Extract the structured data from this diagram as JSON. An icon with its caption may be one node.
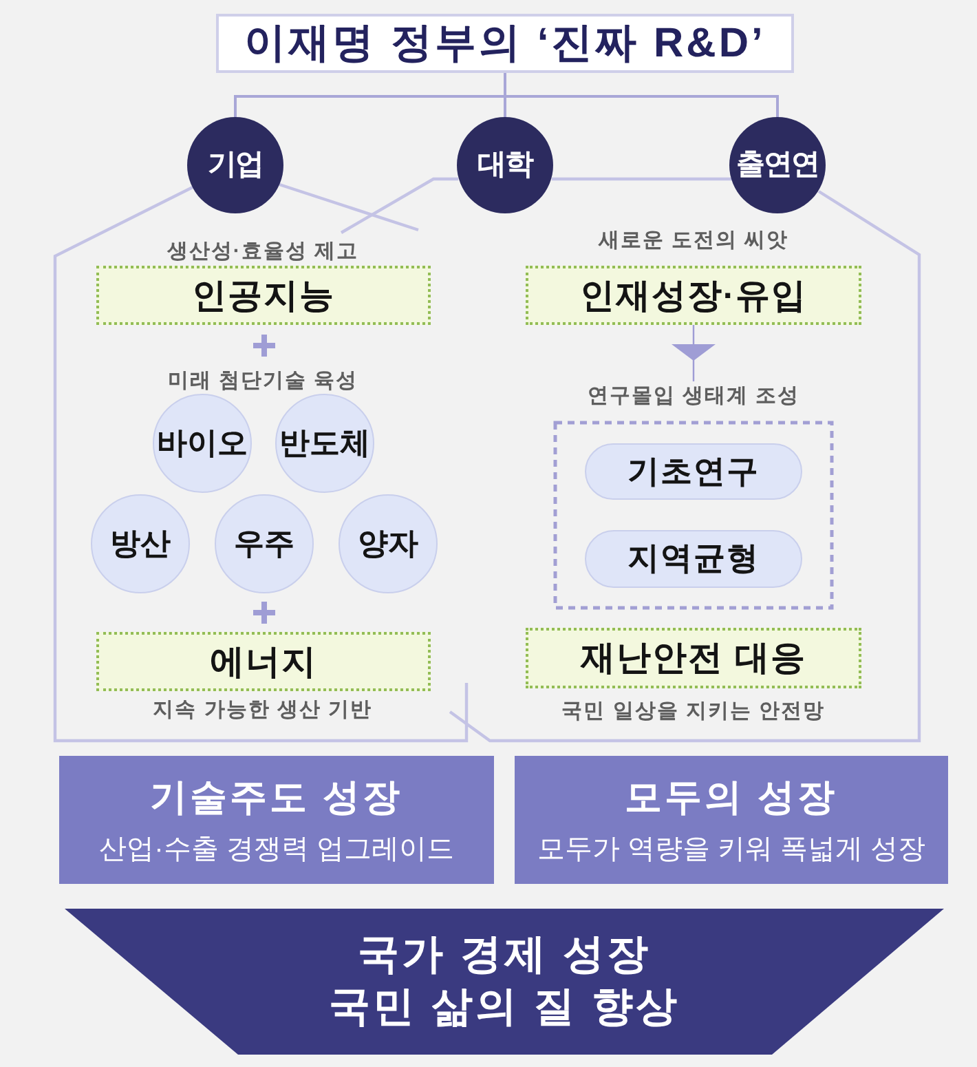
{
  "diagram": {
    "nodes": [
      {
        "text": [
          "이재명 정부의 ‘진짜 R&D’"
        ]
      },
      {
        "text": [
          "기업"
        ]
      },
      {
        "text": [
          "대학"
        ]
      },
      {
        "text": [
          "출연연"
        ]
      },
      {
        "text": [
          "인공지능"
        ],
        "beside": [
          "생산성·효율성 제고"
        ]
      },
      {
        "text": [
          "바이오"
        ]
      },
      {
        "text": [
          "반도체"
        ]
      },
      {
        "text": [
          "방산"
        ]
      },
      {
        "text": [
          "우주"
        ]
      },
      {
        "text": [
          "양자"
        ]
      },
      {
        "text": [
          "에너지"
        ],
        "beside": [
          "지속 가능한 생산 기반"
        ]
      },
      {
        "text": [
          "인재성장·유입"
        ],
        "beside": [
          "새로운 도전의 씨앗"
        ]
      },
      {
        "text": [
          "연구몰입 생태계 조성"
        ]
      },
      {
        "text": [
          "기초연구"
        ],
        "in": 12
      },
      {
        "text": [
          "지역균형"
        ],
        "in": 12
      },
      {
        "text": [
          "재난안전 대응"
        ],
        "beside": [
          "국민 일상을 지키는 안전망"
        ]
      },
      {
        "text": [
          "기술주도 성장",
          "산업·수출 경쟁력 업그레이드"
        ]
      },
      {
        "text": [
          "모두의 성장",
          "모두가 역량을 키워 폭넓게 성장"
        ]
      },
      {
        "text": [
          "국가 경제 성장",
          "국민 삶의 질 향상"
        ]
      }
    ],
    "edges": [
      {
        "from": 0,
        "to": 1,
        "arrow": "none"
      },
      {
        "from": 0,
        "to": 2,
        "arrow": "none"
      },
      {
        "from": 0,
        "to": 3,
        "arrow": "none"
      },
      {
        "from": 11,
        "to": 12,
        "arrow": "to"
      }
    ],
    "labels": [
      "미래 첨단기술 육성"
    ]
  }
}
